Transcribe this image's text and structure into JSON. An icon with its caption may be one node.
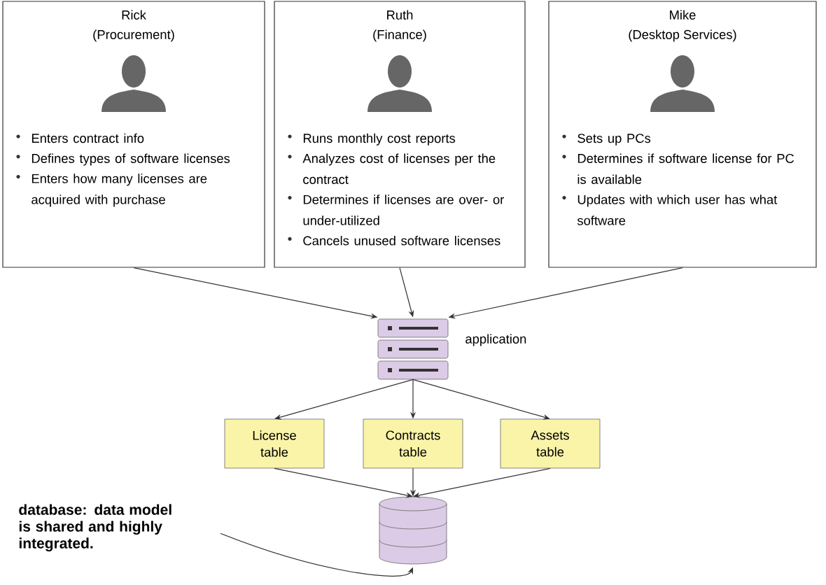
{
  "diagram": {
    "nodes": [
      {
        "text": [
          "Rick (Procurement)",
          "Enters contract info",
          "Defines types of software licenses",
          "Enters how many licenses are acquired with purchase"
        ]
      },
      {
        "text": [
          "Ruth (Finance)",
          "Runs monthly cost reports",
          "Analyzes cost of licenses per the contract",
          "Determines if licenses are over- or under-utilized",
          "Cancels unused software licenses"
        ]
      },
      {
        "text": [
          "Mike (Desktop Services)",
          "Sets up PCs",
          "Determines if software license for PC is available",
          "Updates with which user has what software"
        ]
      },
      {
        "text": [],
        "shape": "server",
        "beside": [
          "application"
        ]
      },
      {
        "text": [
          "License table"
        ]
      },
      {
        "text": [
          "Contracts table"
        ]
      },
      {
        "text": [
          "Assets table"
        ]
      },
      {
        "text": [],
        "shape": "cylinder"
      },
      {
        "text": [
          "database: data model is shared and highly integrated."
        ]
      }
    ],
    "edges": [
      {
        "from": 0,
        "to": 3,
        "arrow": "to"
      },
      {
        "from": 1,
        "to": 3,
        "arrow": "to"
      },
      {
        "from": 2,
        "to": 3,
        "arrow": "to"
      },
      {
        "from": 3,
        "to": 4,
        "arrow": "to"
      },
      {
        "from": 3,
        "to": 5,
        "arrow": "to"
      },
      {
        "from": 3,
        "to": 6,
        "arrow": "to"
      },
      {
        "from": 4,
        "to": 7,
        "arrow": "to"
      },
      {
        "from": 5,
        "to": 7,
        "arrow": "to"
      },
      {
        "from": 6,
        "to": 7,
        "arrow": "to"
      },
      {
        "from": 8,
        "to": 7,
        "arrow": "to"
      }
    ]
  }
}
